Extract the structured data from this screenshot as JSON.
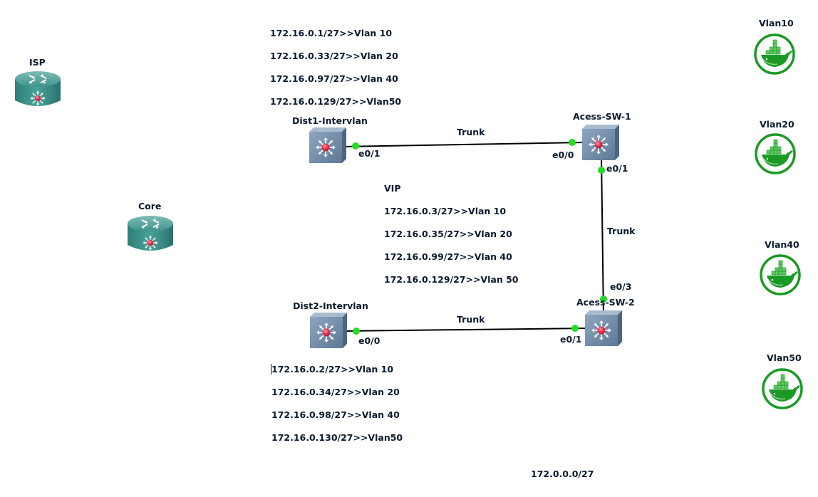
{
  "nodes": {
    "isp": {
      "label": "ISP",
      "type": "router"
    },
    "core": {
      "label": "Core",
      "type": "router"
    },
    "dist1": {
      "label": "Dist1-Intervlan",
      "type": "l3-switch"
    },
    "dist2": {
      "label": "Dist2-Intervlan",
      "type": "l3-switch"
    },
    "acc1": {
      "label": "Acess-SW-1",
      "type": "l3-switch"
    },
    "acc2": {
      "label": "Acess-SW-2",
      "type": "l3-switch"
    },
    "vlan10": {
      "label": "Vlan10",
      "type": "docker"
    },
    "vlan20": {
      "label": "Vlan20",
      "type": "docker"
    },
    "vlan40": {
      "label": "Vlan40",
      "type": "docker"
    },
    "vlan50": {
      "label": "Vlan50",
      "type": "docker"
    }
  },
  "links": [
    {
      "label": "Trunk",
      "a_port": "e0/1",
      "b_port": "e0/0",
      "from": "dist1",
      "to": "acc1"
    },
    {
      "label": "Trunk",
      "a_port": "e0/1",
      "b_port": "e0/3",
      "from": "acc1",
      "to": "acc2"
    },
    {
      "label": "Trunk",
      "a_port": "e0/0",
      "b_port": "e0/1",
      "from": "dist2",
      "to": "acc2"
    }
  ],
  "notes": {
    "dist1_ips": [
      "172.16.0.1/27>>Vlan 10",
      "172.16.0.33/27>>Vlan 20",
      "172.16.0.97/27>>Vlan 40",
      "172.16.0.129/27>>Vlan50"
    ],
    "vip_title": "VIP",
    "vip_ips": [
      "172.16.0.3/27>>Vlan 10",
      "172.16.0.35/27>>Vlan 20",
      "172.16.0.99/27>>Vlan 40",
      "172.16.0.129/27>>Vlan 50"
    ],
    "dist2_ips": [
      "172.16.0.2/27>>Vlan 10",
      "172.16.0.34/27>>Vlan 20",
      "172.16.0.98/27>>Vlan 40",
      "172.16.0.130/27>>Vlan50"
    ],
    "subnet": "172.0.0.0/27"
  },
  "colors": {
    "link": "#000000",
    "port_dot": "#22dd22",
    "docker_green": "#1a9a24",
    "router_teal": "#3a8f8a",
    "switch_blue": "#6d88a6"
  }
}
